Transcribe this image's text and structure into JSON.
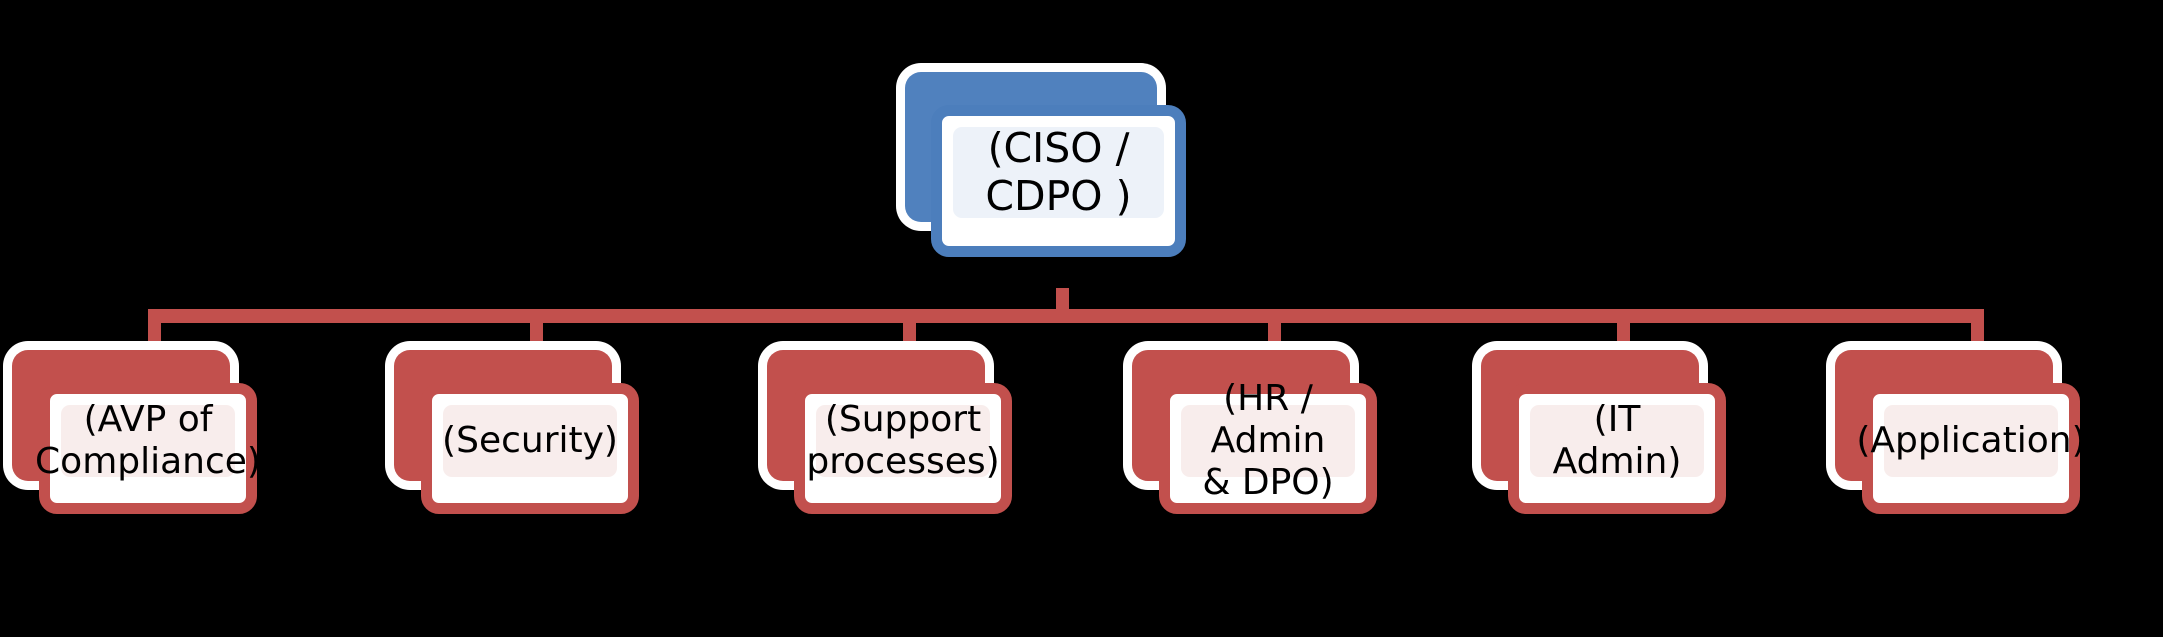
{
  "diagram": {
    "type": "org-chart",
    "title": "",
    "background_color": "#000000",
    "orientation": "top-down",
    "root": {
      "id": "ciso-cdpo",
      "label": "(CISO / CDPO )",
      "accent_color": "#4C7EBC",
      "fill_color": "#EDF2F9"
    },
    "connector_color": "#C2504D",
    "children": [
      {
        "id": "avp-compliance",
        "label": "(AVP of\nCompliance)",
        "accent_color": "#C2504D",
        "fill_color": "#F8EDEC"
      },
      {
        "id": "security",
        "label": "(Security)",
        "accent_color": "#C2504D",
        "fill_color": "#F8EDEC"
      },
      {
        "id": "support-processes",
        "label": "(Support\nprocesses)",
        "accent_color": "#C2504D",
        "fill_color": "#F8EDEC"
      },
      {
        "id": "hr-admin-dpo",
        "label": "(HR / Admin\n& DPO)",
        "accent_color": "#C2504D",
        "fill_color": "#F8EDEC"
      },
      {
        "id": "it-admin",
        "label": "(IT Admin)",
        "accent_color": "#C2504D",
        "fill_color": "#F8EDEC"
      },
      {
        "id": "application",
        "label": "(Application)",
        "accent_color": "#C2504D",
        "fill_color": "#F8EDEC"
      }
    ]
  }
}
